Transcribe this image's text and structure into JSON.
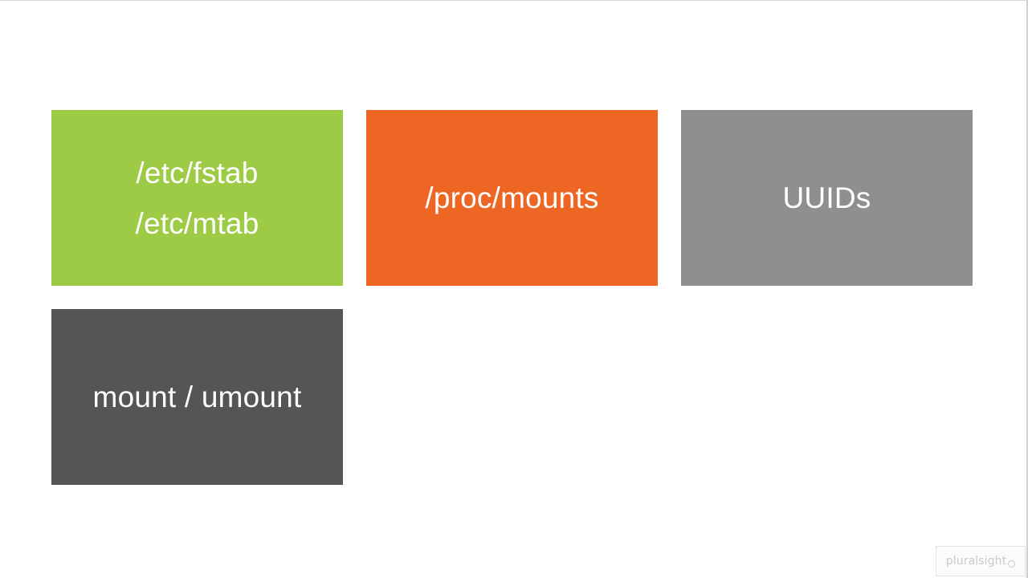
{
  "slide": {
    "tiles": [
      {
        "lines": [
          "/etc/fstab",
          "/etc/mtab"
        ],
        "color": "#9ecb45"
      },
      {
        "lines": [
          "/proc/mounts"
        ],
        "color": "#ee6624"
      },
      {
        "lines": [
          "UUIDs"
        ],
        "color": "#8f8f8f"
      },
      {
        "lines": [
          "mount / umount"
        ],
        "color": "#555555"
      }
    ]
  },
  "watermark": {
    "text": "pluralsight",
    "icon": "pluralsight-logo-icon"
  }
}
